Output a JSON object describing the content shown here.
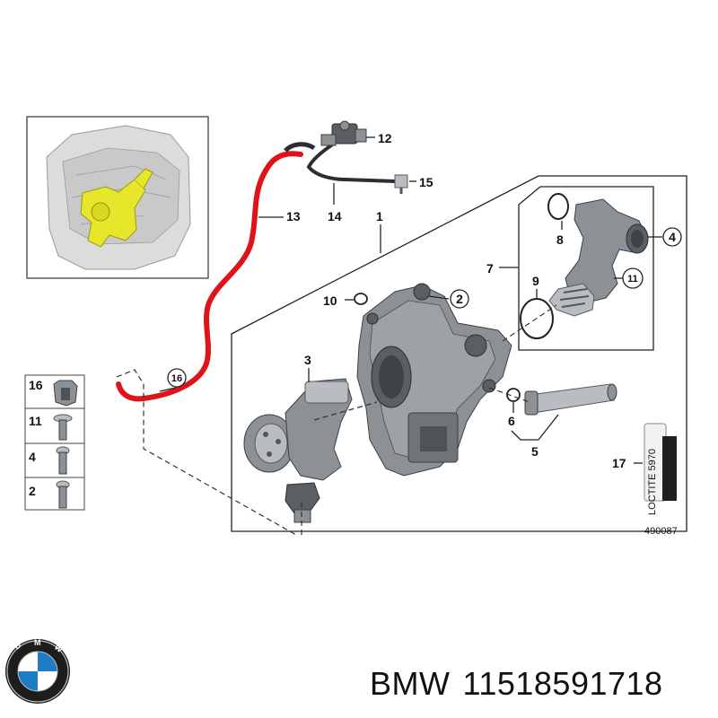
{
  "callouts": {
    "c1": "1",
    "c2": "2",
    "c3": "3",
    "c4": "4",
    "c5": "5",
    "c6": "6",
    "c7": "7",
    "c8": "8",
    "c9": "9",
    "c10": "10",
    "c11": "11",
    "c12": "12",
    "c13": "13",
    "c14": "14",
    "c15": "15",
    "c16": "16",
    "c17": "17"
  },
  "legend": {
    "items": [
      "16",
      "11",
      "4",
      "2"
    ]
  },
  "diagram_number": "490087",
  "sealant_text": "LOCTITE 5970",
  "footer": {
    "brand": "BMW",
    "part_number": "11518591718"
  },
  "colors": {
    "hose_red": "#e0121a",
    "engine_highlight": "#e6e62a",
    "bmw_blue": "#1c7cc4"
  }
}
